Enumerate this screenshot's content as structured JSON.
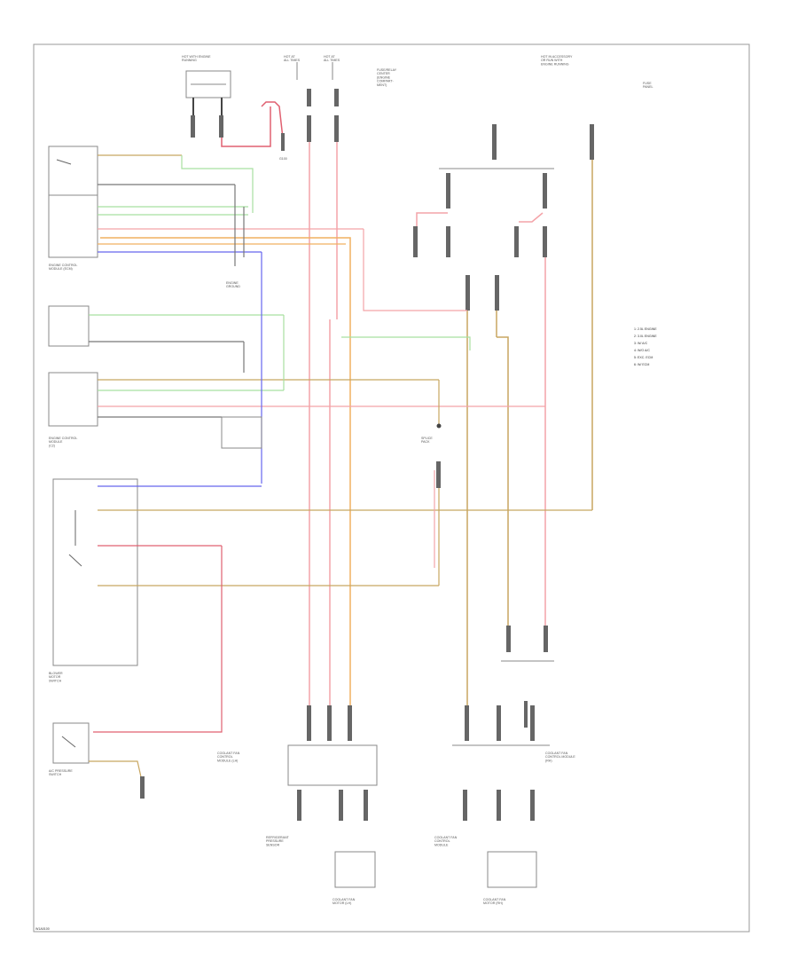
{
  "diagram": {
    "footer_code": "W1A0100",
    "colors": {
      "red": "#f4a3a8",
      "red_dark": "#e06070",
      "orange": "#f0b060",
      "tan": "#c8a660",
      "green": "#a8e0a0",
      "blue": "#6666ee",
      "gray": "#777777",
      "frame": "#999999"
    },
    "labels": {
      "top_left_fuse_group": "HOT WITH ENGINE\nRUNNING",
      "hot_at_all_times_1": "HOT AT\nALL TIMES",
      "hot_at_all_times_2": "HOT AT\nALL TIMES",
      "fuse_block_center": "FUSE/RELAY\nCENTER\n(ENGINE\nCOMPART-\nMENT)",
      "fuse_top_right": "HOT IN ACCESSORY\nOR RUN WITH\nENGINE RUNNING",
      "fuse_panel": "FUSE\nPANEL",
      "ecm_upper": "ENGINE CONTROL\nMODULE (ECM)",
      "ecm_lower": "ENGINE CONTROL\nMODULE\n(C2)",
      "ground_1": "ENGINE\nGROUND",
      "ground_2": "G100",
      "blower_switch": "BLOWER\nMOTOR\nSWITCH",
      "relay_module": "COOLANT FAN\nCONTROL\nMODULE",
      "fan_left_module": "COOLANT FAN\nCONTROL\nMODULE (LH)",
      "fan_right_module": "COOLANT FAN\nCONTROL MODULE\n(RH)",
      "fan_left_motor": "COOLANT FAN\nMOTOR (LH)",
      "fan_right_motor": "COOLANT FAN\nMOTOR (RH)",
      "pressure_switch": "A/C PRESSURE\nSWITCH",
      "sensor_bottom_left": "REFRIGERANT\nPRESSURE\nSENSOR",
      "splice_center": "SPLICE\nPACK",
      "legend_1": "1: 2.5L ENGINE",
      "legend_2": "2: 3.0L ENGINE",
      "legend_3": "3: W/ A/C",
      "legend_4": "4: W/O A/C",
      "legend_5": "5: EXC. ECM",
      "legend_6": "6: W/ ECM"
    }
  }
}
